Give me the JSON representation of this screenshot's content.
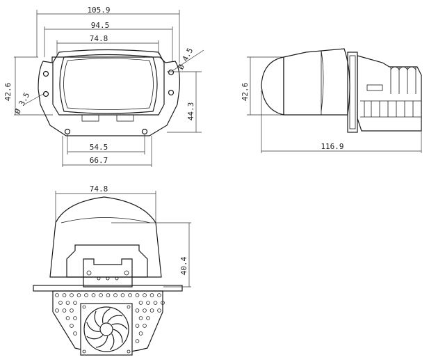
{
  "front_view": {
    "dims": {
      "overall_width": "105.9",
      "mid_width": "94.5",
      "lens_width": "74.8",
      "height_left": "42.6",
      "hole_small": "Ø 3.5",
      "hole_large": "Ø 4.5",
      "height_right": "44.3",
      "bottom_inner": "54.5",
      "bottom_outer": "66.7"
    }
  },
  "side_view": {
    "dims": {
      "height": "42.6",
      "length": "116.9"
    }
  },
  "top_view": {
    "dims": {
      "width": "74.8",
      "height": "40.4"
    }
  }
}
